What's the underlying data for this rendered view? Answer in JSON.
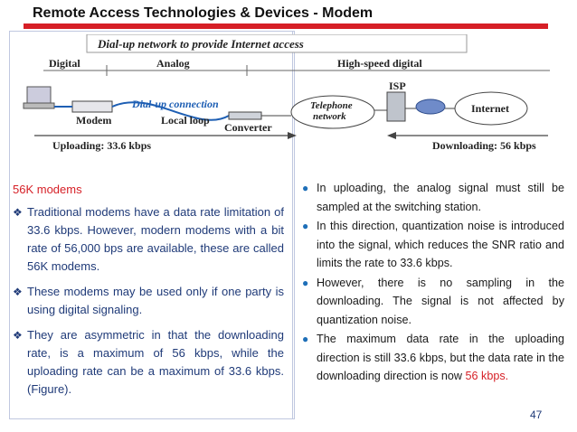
{
  "slide": {
    "title": "Remote Access Technologies & Devices - Modem",
    "page_number": "47"
  },
  "figure": {
    "title": "Dial-up network to provide Internet access",
    "segments": {
      "digital": "Digital",
      "analog": "Analog",
      "high_speed": "High-speed digital"
    },
    "labels": {
      "modem": "Modem",
      "dialup": "Dial-up connection",
      "local_loop": "Local loop",
      "converter": "Converter",
      "telephone": "Telephone",
      "network": "network",
      "isp": "ISP",
      "internet": "Internet",
      "uploading": "Uploading: 33.6 kbps",
      "downloading": "Downloading: 56 kbps"
    }
  },
  "left": {
    "heading": "56K modems",
    "bullets": [
      "Traditional modems have a data rate limitation of 33.6 kbps. However, modern modems with a bit rate of 56,000 bps are available, these are called 56K modems.",
      "These modems may be used only if one party is using digital signaling.",
      "They are asymmetric in that the downloading rate,  is a maximum of 56 kbps, while the uploading rate can be a maximum of 33.6 kbps. (Figure)."
    ]
  },
  "right": {
    "bullets": [
      "In uploading, the analog signal must still be sampled at the switching station.",
      "In this direction, quantization noise is introduced into the signal, which reduces the SNR ratio and limits the rate to 33.6 kbps.",
      "However, there is no sampling in the downloading. The signal is not affected by quantization noise."
    ],
    "last_bullet_prefix": "The maximum data rate in the uploading direction is still 33.6 kbps, but the data rate in the downloading direction is now ",
    "last_bullet_highlight": "56 kbps."
  }
}
